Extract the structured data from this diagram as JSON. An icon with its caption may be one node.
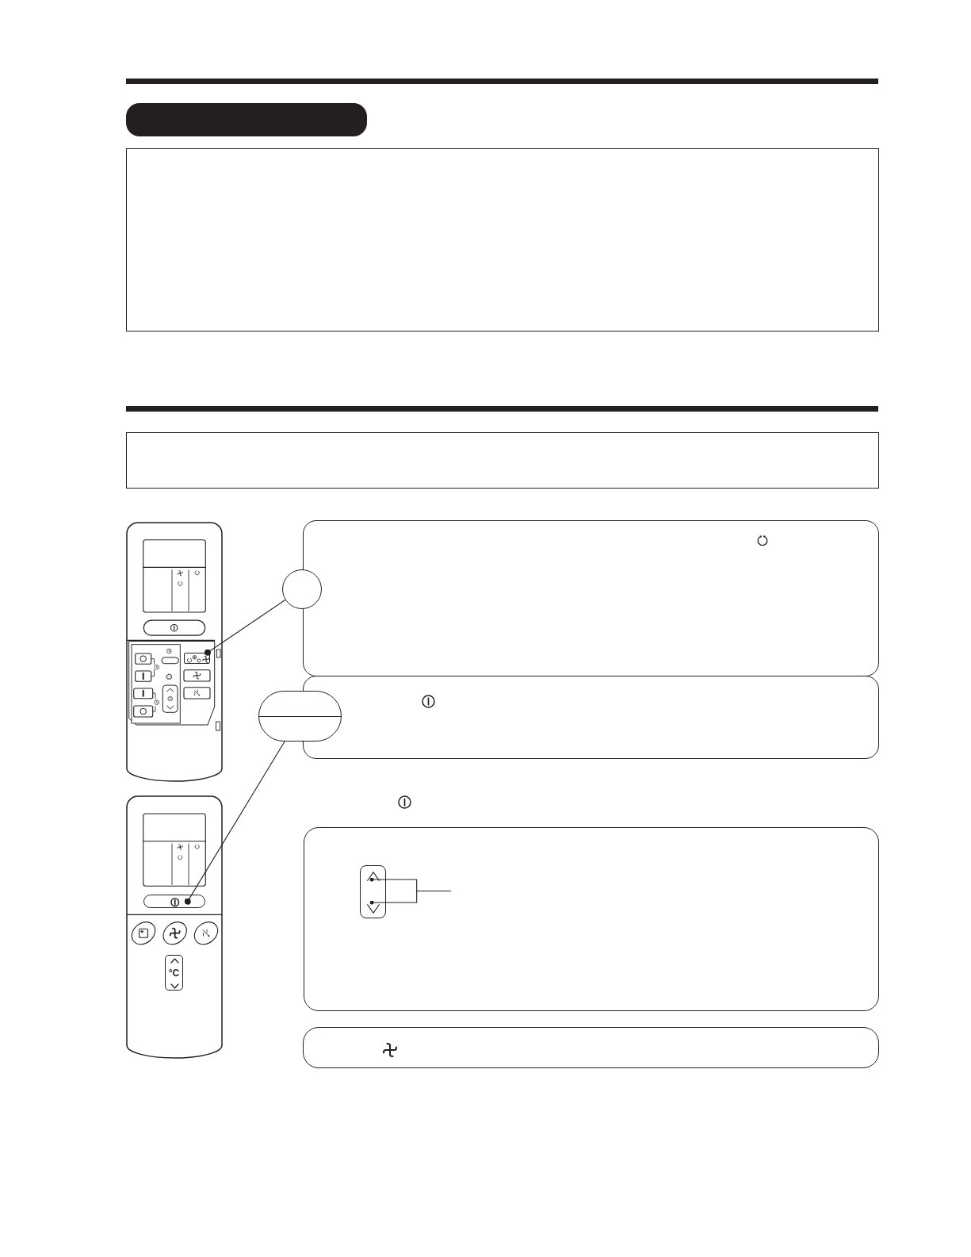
{
  "diagram": {
    "nodes": [
      {
        "text": [],
        "shape": "bar"
      },
      {
        "text": [],
        "shape": "box"
      },
      {
        "text": [],
        "shape": "box"
      },
      {
        "text": [],
        "shape": "picture"
      },
      {
        "text": [],
        "shape": "box",
        "in": 3
      },
      {
        "text": [],
        "shape": "box"
      },
      {
        "text": [],
        "shape": "circle"
      },
      {
        "text": [],
        "shape": "box"
      },
      {
        "text": [],
        "shape": "oval"
      },
      {
        "text": [],
        "shape": "picture"
      },
      {
        "text": [],
        "shape": "box",
        "in": 9
      },
      {
        "text": [
          "°C"
        ],
        "in": 9
      },
      {
        "text": [],
        "shape": "box"
      },
      {
        "text": [],
        "shape": "box",
        "in": 12
      },
      {
        "text": [],
        "shape": "chevron",
        "in": 13
      },
      {
        "text": [],
        "shape": "chevron",
        "in": 13
      },
      {
        "text": [],
        "shape": "box"
      }
    ],
    "edges": [
      {
        "from": 6,
        "to": 4,
        "arrow": "other"
      },
      {
        "from": 8,
        "to": 10,
        "arrow": "other"
      },
      {
        "from": null,
        "to": 14,
        "arrow": "other"
      },
      {
        "from": null,
        "to": 15,
        "arrow": "other"
      }
    ]
  }
}
